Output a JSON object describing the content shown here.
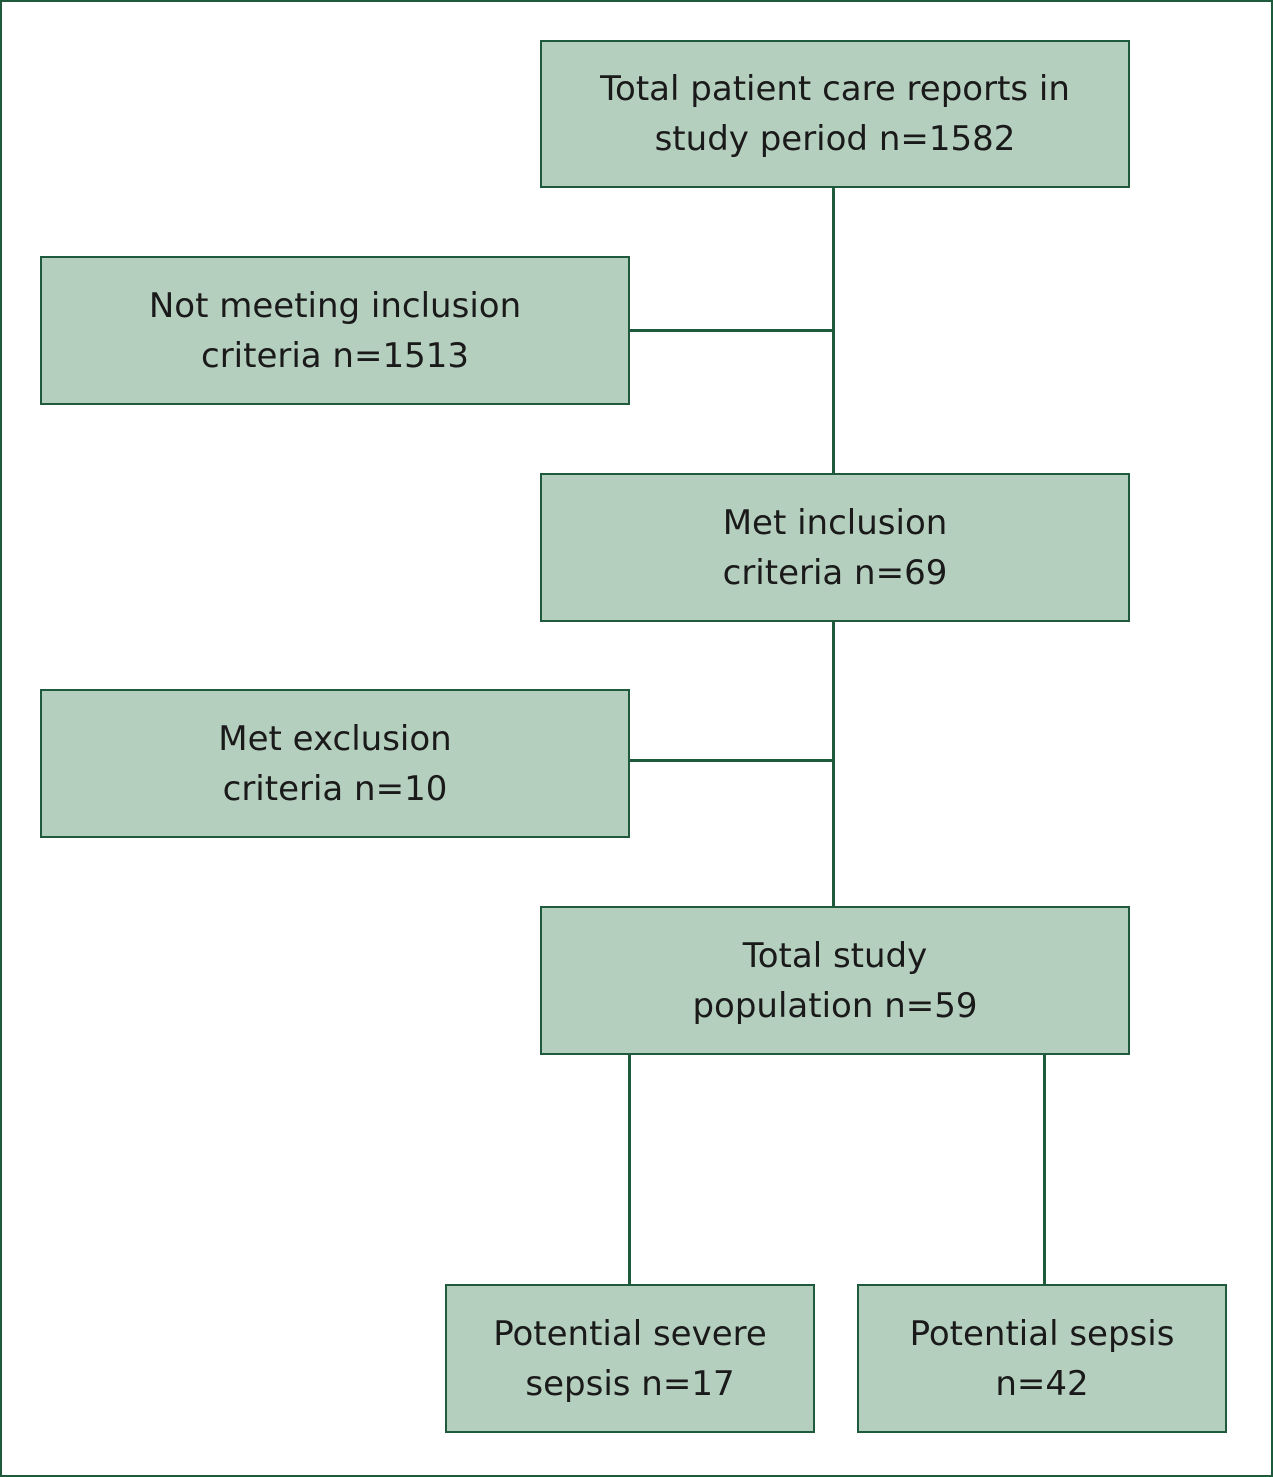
{
  "nodes": {
    "total_reports": "Total patient care reports in\nstudy period n=1582",
    "not_meeting": "Not meeting inclusion\ncriteria n=1513",
    "met_inclusion": "Met inclusion\ncriteria n=69",
    "met_exclusion": "Met exclusion\ncriteria n=10",
    "total_population": "Total study\npopulation n=59",
    "severe_sepsis": "Potential severe\nsepsis n=17",
    "sepsis": "Potential sepsis\nn=42"
  },
  "colors": {
    "box_fill": "#b5cfbf",
    "line": "#1f5a3c"
  }
}
